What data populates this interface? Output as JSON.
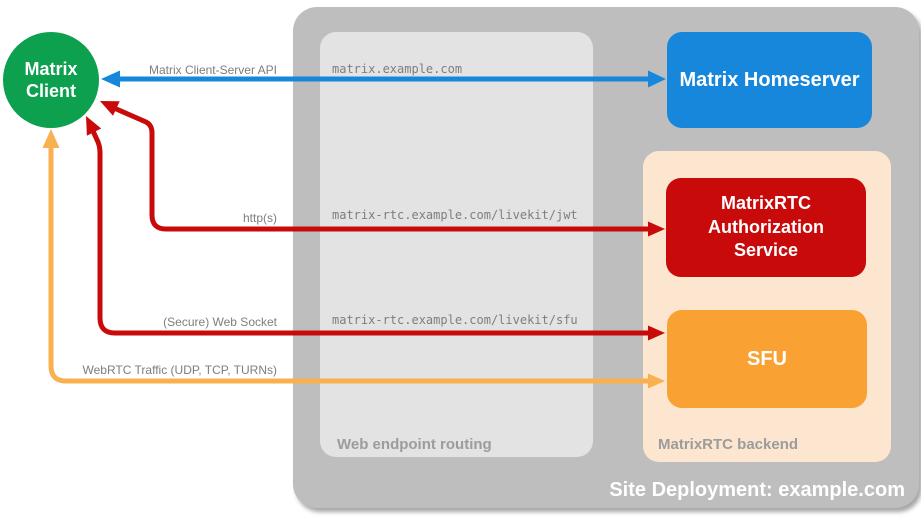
{
  "diagram_title": "Site Deployment: example.com",
  "colors": {
    "client_green": "#0DA04F",
    "homeserver_blue": "#1787DB",
    "auth_red": "#C80A0A",
    "sfu_orange": "#F9A233",
    "webrtc_orange": "#F9B050",
    "deployment_gray": "#BEBEBE",
    "routing_gray": "#E3E3E3",
    "backend_peach": "#FCE6CF",
    "label_gray": "#7E7E7E"
  },
  "nodes": {
    "client": {
      "label": "Matrix Client"
    },
    "homeserver": {
      "label": "Matrix Homeserver"
    },
    "auth_service": {
      "label": "MatrixRTC Authorization Service"
    },
    "sfu": {
      "label": "SFU"
    }
  },
  "containers": {
    "deployment": {
      "label": "Site Deployment: example.com"
    },
    "routing": {
      "label": "Web endpoint routing"
    },
    "backend": {
      "label": "MatrixRTC backend"
    }
  },
  "connections": [
    {
      "label": "Matrix Client-Server API",
      "endpoint": "matrix.example.com",
      "from": "Matrix Client",
      "to": "Matrix Homeserver",
      "color": "#1787DB",
      "bidirectional": true
    },
    {
      "label": "http(s)",
      "endpoint": "matrix-rtc.example.com/livekit/jwt",
      "from": "Matrix Client",
      "to": "MatrixRTC Authorization Service",
      "color": "#C80A0A",
      "bidirectional": true
    },
    {
      "label": "(Secure) Web Socket",
      "endpoint": "matrix-rtc.example.com/livekit/sfu",
      "from": "Matrix Client",
      "to": "SFU",
      "color": "#C80A0A",
      "bidirectional": true
    },
    {
      "label": "WebRTC Traffic (UDP, TCP, TURNs)",
      "from": "Matrix Client",
      "to": "SFU",
      "color": "#F9B050",
      "bidirectional": true
    }
  ]
}
